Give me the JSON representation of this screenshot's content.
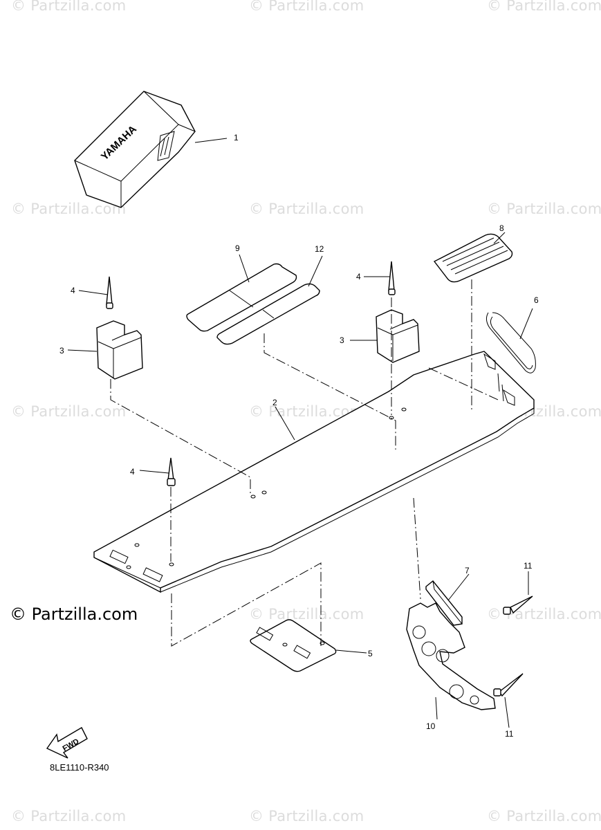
{
  "watermark": "© Partzilla.com",
  "brand_text": "© Partzilla.com",
  "reference_code": "8LE1110-R340",
  "fwd_label": "FWD",
  "cover_logo": "YAMAHA",
  "callouts": {
    "p1": "1",
    "p2": "2",
    "p3a": "3",
    "p3b": "3",
    "p4a": "4",
    "p4b": "4",
    "p4c": "4",
    "p5": "5",
    "p6": "6",
    "p7": "7",
    "p8": "8",
    "p9": "9",
    "p10": "10",
    "p11a": "11",
    "p11b": "11",
    "p12": "12"
  },
  "icons": {
    "fwd": "fwd-arrow-icon"
  }
}
